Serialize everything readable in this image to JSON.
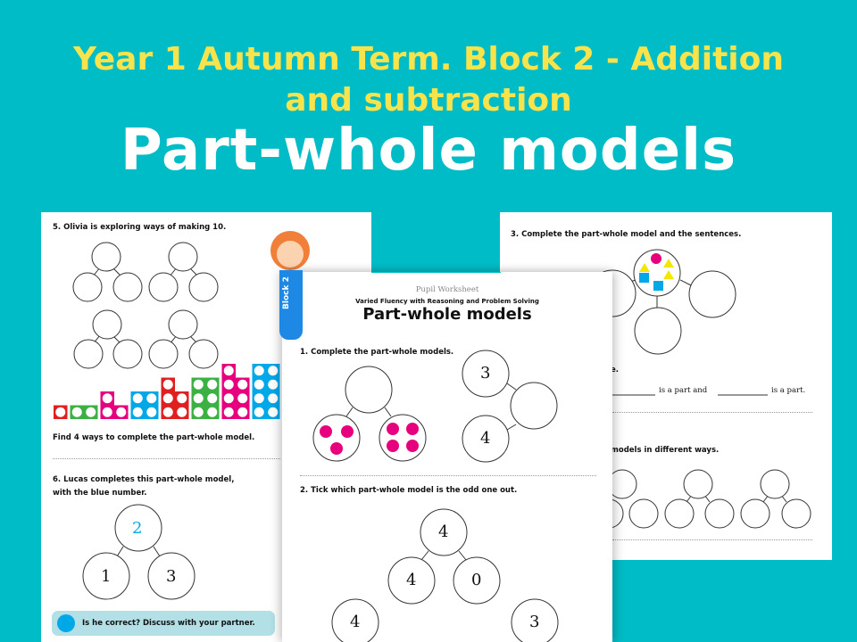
{
  "header": {
    "line1": "Year 1 Autumn Term. Block 2 - Addition",
    "line2": "and subtraction",
    "title": "Part-whole models"
  },
  "colors": {
    "background": "#00bcc6",
    "title_yellow": "#f7e34b",
    "tab_blue": "#1e88e5",
    "counter_pink": "#e6007e",
    "blue_number": "#00a8e8",
    "callout": "#b2e0e6"
  },
  "left_page": {
    "q5": "5. Olivia is exploring ways of making 10.",
    "q5_task": "Find 4 ways to complete the part-whole model.",
    "q6_line1": "6. Lucas completes this part-whole model,",
    "q6_line2": "with the blue number.",
    "q6_model": {
      "whole": "2",
      "parts": [
        "1",
        "3"
      ]
    },
    "callout": "Is he correct? Discuss with your partner.",
    "tab": "Block 2"
  },
  "middle_page": {
    "kicker": "Pupil Worksheet",
    "subtitle": "Varied Fluency with Reasoning and Problem Solving",
    "title": "Part-whole models",
    "q1": "1. Complete the part-whole models.",
    "q1_model2": {
      "parts": [
        "3",
        "4"
      ]
    },
    "q2": "2. Tick which part-whole model is the odd one out.",
    "q2_model1": {
      "whole": "4",
      "parts": [
        "4",
        "0"
      ]
    },
    "q2_more": [
      "4",
      "3"
    ]
  },
  "right_page": {
    "q3": "3. Complete the part-whole model and the sentences.",
    "frag1": "e.",
    "sentence_a": "is a part and",
    "sentence_b": "is a part.",
    "q4_frag": "models in different ways."
  }
}
